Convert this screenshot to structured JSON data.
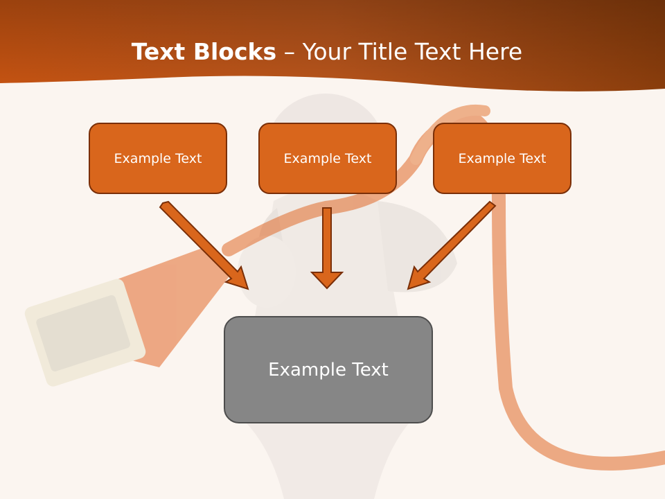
{
  "slide": {
    "title_bold": "Text Blocks",
    "title_rest": " – Your Title Text Here"
  },
  "blocks": {
    "top_left": "Example Text",
    "top_center": "Example Text",
    "top_right": "Example Text",
    "result": "Example Text"
  },
  "colors": {
    "header": "#c4581a",
    "block": "#d9661c",
    "block_border": "#7a2f08",
    "result_block": "#868686",
    "background": "#fbf5f0"
  }
}
